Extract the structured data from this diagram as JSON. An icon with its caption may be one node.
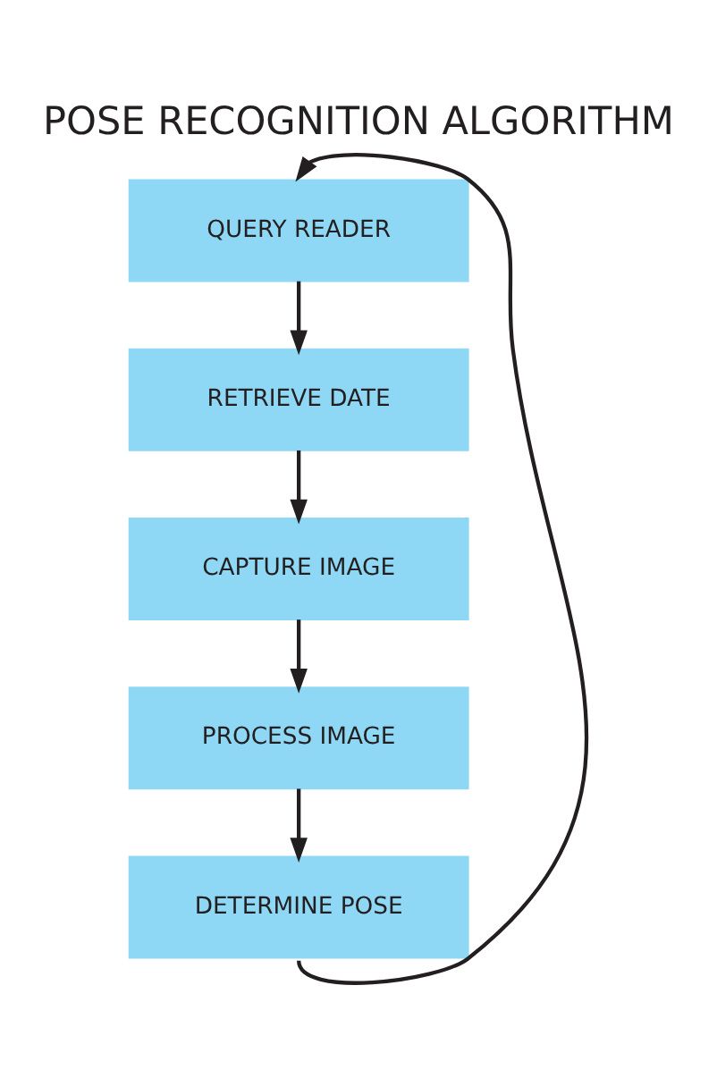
{
  "diagram": {
    "title": "POSE RECOGNITION ALGORITHM",
    "nodes": [
      {
        "text": [
          "QUERY READER"
        ]
      },
      {
        "text": [
          "RETRIEVE DATE"
        ]
      },
      {
        "text": [
          "CAPTURE IMAGE"
        ]
      },
      {
        "text": [
          "PROCESS IMAGE"
        ]
      },
      {
        "text": [
          "DETERMINE POSE"
        ]
      }
    ],
    "edges": [
      {
        "from": 0,
        "to": 1,
        "arrow": "to"
      },
      {
        "from": 1,
        "to": 2,
        "arrow": "to"
      },
      {
        "from": 2,
        "to": 3,
        "arrow": "to"
      },
      {
        "from": 3,
        "to": 4,
        "arrow": "to"
      },
      {
        "from": 4,
        "to": 0,
        "arrow": "to"
      }
    ]
  }
}
